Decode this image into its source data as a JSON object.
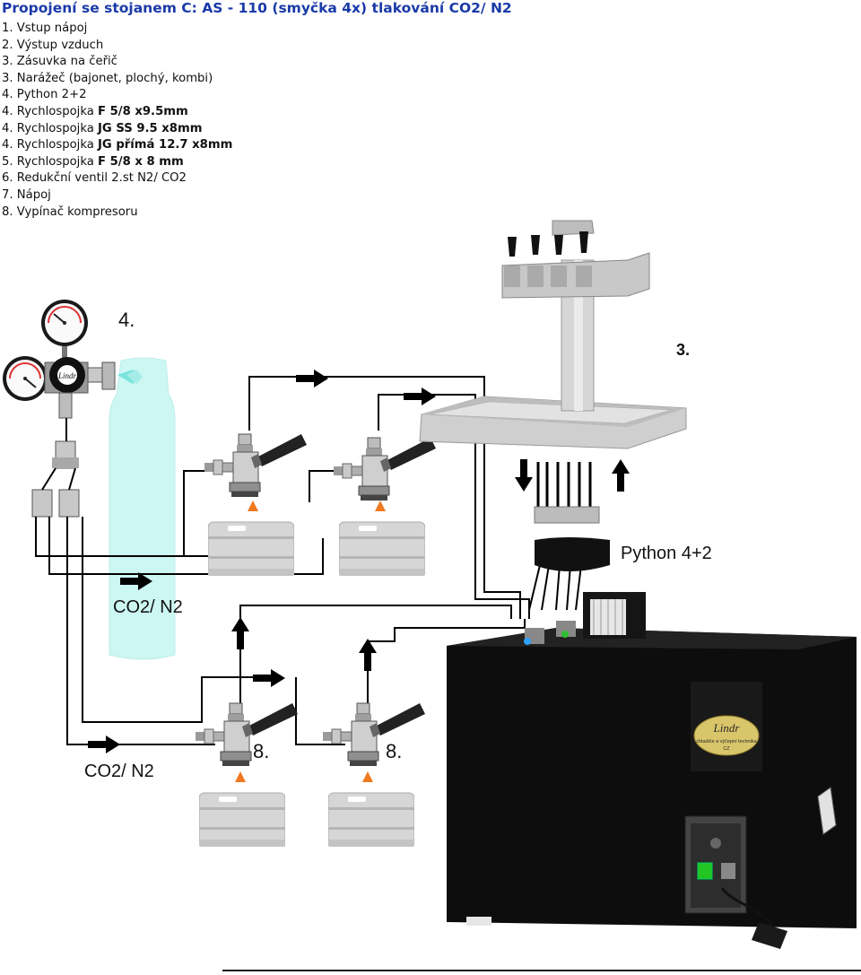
{
  "title": "Propojení se stojanem C: AS - 110 (smyčka 4x) tlakování CO2/ N2",
  "legend": [
    {
      "prefix": "1. Vstup nápoj",
      "bold": ""
    },
    {
      "prefix": "2. Výstup vzduch",
      "bold": ""
    },
    {
      "prefix": "3. Zásuvka na čeřič",
      "bold": ""
    },
    {
      "prefix": "3. Narážeč (bajonet, plochý, kombi)",
      "bold": ""
    },
    {
      "prefix": "4. Python 2+2",
      "bold": ""
    },
    {
      "prefix": "4. Rychlospojka ",
      "bold": "F 5/8 x9.5mm"
    },
    {
      "prefix": "4. Rychlospojka ",
      "bold": "JG SS  9.5 x8mm"
    },
    {
      "prefix": "4. Rychlospojka ",
      "bold": "JG přímá 12.7 x8mm"
    },
    {
      "prefix": "5. Rychlospojka ",
      "bold": "F 5/8 x 8 mm"
    },
    {
      "prefix": "6. Redukční ventil 2.st N2/ CO2",
      "bold": ""
    },
    {
      "prefix": "7. Nápoj",
      "bold": ""
    },
    {
      "prefix": "8. Vypínač kompresoru",
      "bold": ""
    }
  ],
  "labels": {
    "regulator_num": "4.",
    "tower_num": "3.",
    "python": "Python 4+2",
    "gas_cylinder": "CO2/ N2",
    "gas_lower": "CO2/ N2",
    "coupler_a": "8.",
    "coupler_b": "8.",
    "brand": "Lindr",
    "brand_sub": "chladiče a výčepní technika",
    "brand_cz": "CZ"
  },
  "colors": {
    "title": "#1a3aa8",
    "cylinder": "#ccf7f3",
    "arrow": "#000000",
    "keg_arrow": "#f07820",
    "cooler": "#0d0d0d",
    "switch": "#22c522",
    "tower": "#d8d8d8"
  },
  "icons": [
    "pressure-gauge-icon",
    "regulator-knob-icon",
    "beer-tower-icon",
    "coupler-icon",
    "keg-icon",
    "flow-arrow-icon",
    "power-switch-icon",
    "power-socket-icon",
    "plug-icon"
  ]
}
